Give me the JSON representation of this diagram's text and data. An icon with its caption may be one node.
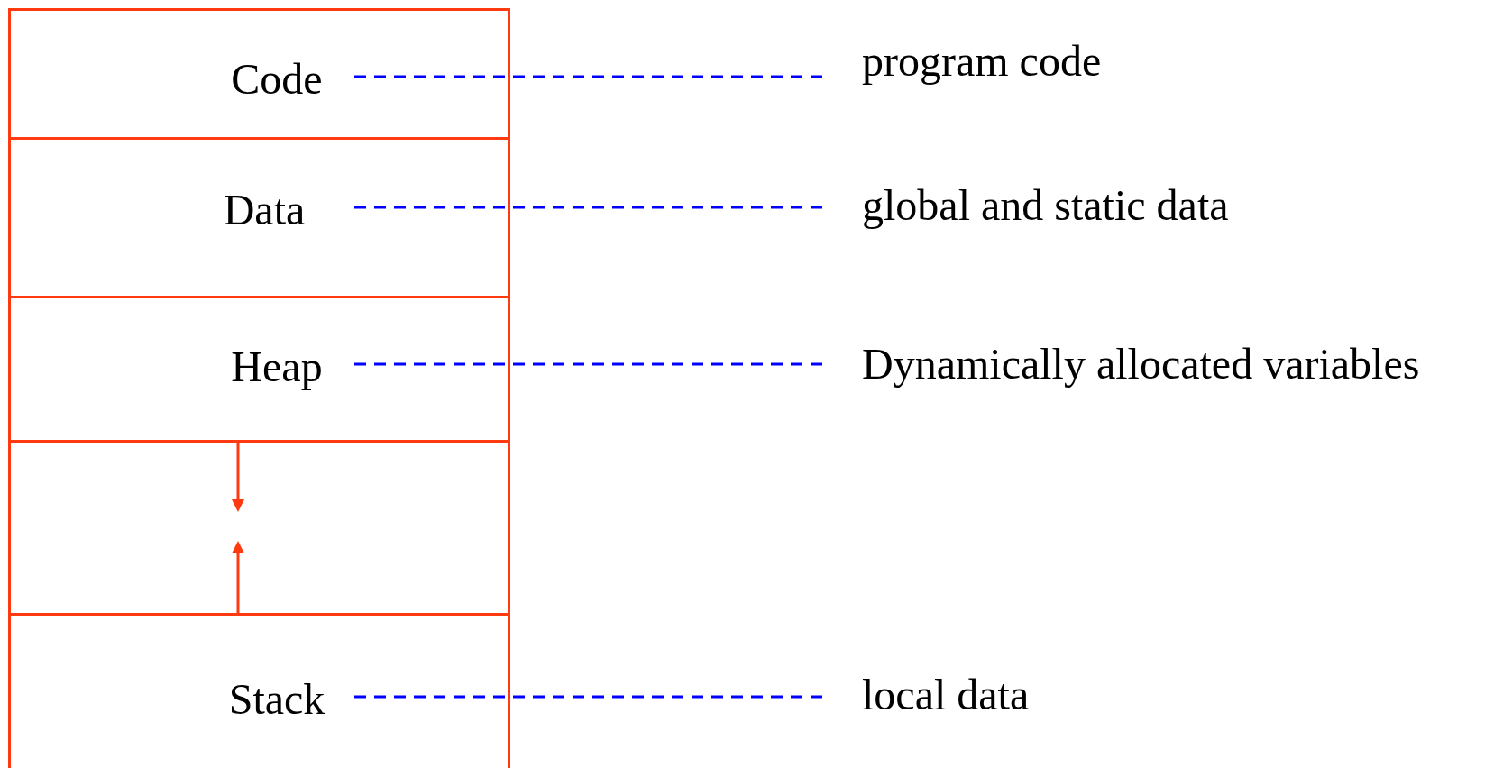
{
  "diagram": {
    "nodes": [
      {
        "text": [
          "Code"
        ]
      },
      {
        "text": [
          "Data"
        ]
      },
      {
        "text": [
          "Heap"
        ]
      },
      {
        "text": [],
        "shape": "box"
      },
      {
        "text": [
          "Stack"
        ]
      },
      {
        "text": [
          "program code"
        ]
      },
      {
        "text": [
          "global and static data"
        ]
      },
      {
        "text": [
          "Dynamically allocated variables"
        ]
      },
      {
        "text": [
          "local data"
        ]
      }
    ],
    "edges": [
      {
        "from": 0,
        "to": 5,
        "arrow": "none",
        "style": "dashed"
      },
      {
        "from": 1,
        "to": 6,
        "arrow": "none",
        "style": "dashed"
      },
      {
        "from": 2,
        "to": 7,
        "arrow": "none",
        "style": "dashed"
      },
      {
        "from": 4,
        "to": 8,
        "arrow": "none",
        "style": "dashed"
      },
      {
        "from": 2,
        "to": 3,
        "arrow": "to",
        "color": "#ff3a10"
      },
      {
        "from": 4,
        "to": 3,
        "arrow": "to",
        "color": "#ff3a10"
      }
    ]
  }
}
